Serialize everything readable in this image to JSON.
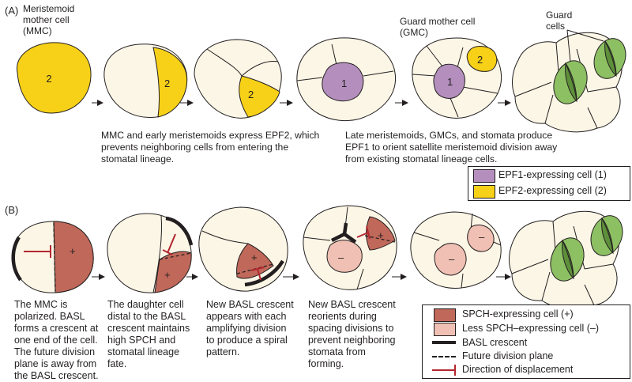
{
  "panelA": {
    "label": "(A)",
    "mmc_label_lines": [
      "Meristemoid",
      "mother cell",
      "(MMC)"
    ],
    "gmc_label_lines": [
      "Guard mother cell",
      "(GMC)"
    ],
    "guard_label_lines": [
      "Guard",
      "cells"
    ],
    "cell_numbers": {
      "epf2": "2",
      "epf1": "1"
    },
    "caption_left_lines": [
      "MMC and early meristemoids express EPF2, which",
      "prevents neighboring cells from entering the",
      "stomatal lineage."
    ],
    "caption_right_lines": [
      "Late meristemoids, GMCs, and stomata produce",
      "EPF1 to orient satellite meristemoid division away",
      "from existing stomatal lineage cells."
    ],
    "legend": [
      {
        "label": "EPF1-expressing cell (1)",
        "color": "#b48fbe"
      },
      {
        "label": "EPF2-expressing cell (2)",
        "color": "#f7d117"
      }
    ]
  },
  "panelB": {
    "label": "(B)",
    "signs": {
      "plus": "+",
      "minus": "–"
    },
    "captions": [
      [
        "The MMC is",
        "polarized. BASL",
        "forms a crescent at",
        "one end of the cell.",
        "The future division",
        "plane is away from",
        "the BASL crescent."
      ],
      [
        "The daughter cell",
        "distal to the BASL",
        "crescent maintains",
        "high SPCH and",
        "stomatal lineage",
        "fate."
      ],
      [
        "New BASL crescent",
        "appears with each",
        "amplifying division",
        "to produce a spiral",
        "pattern."
      ],
      [
        "New BASL crescent",
        "reorients during",
        "spacing divisions to",
        "prevent neighboring",
        "stomata from",
        "forming."
      ]
    ],
    "legend": [
      {
        "label": "SPCH-expressing cell (+)",
        "color": "#c0685a"
      },
      {
        "label": "Less SPCH–expressing cell (–)",
        "color": "#efc0b3"
      },
      {
        "label": "BASL crescent"
      },
      {
        "label": "Future division plane"
      },
      {
        "label": "Direction of displacement",
        "color": "#b3262f"
      }
    ]
  },
  "colors": {
    "cell": "#fcf6e6",
    "yellow": "#f7d117",
    "purple": "#b48fbe",
    "spch": "#c0685a",
    "less_spch": "#efc0b3",
    "guard_green": "#8dbf63",
    "inhibit_red": "#b3262f"
  }
}
